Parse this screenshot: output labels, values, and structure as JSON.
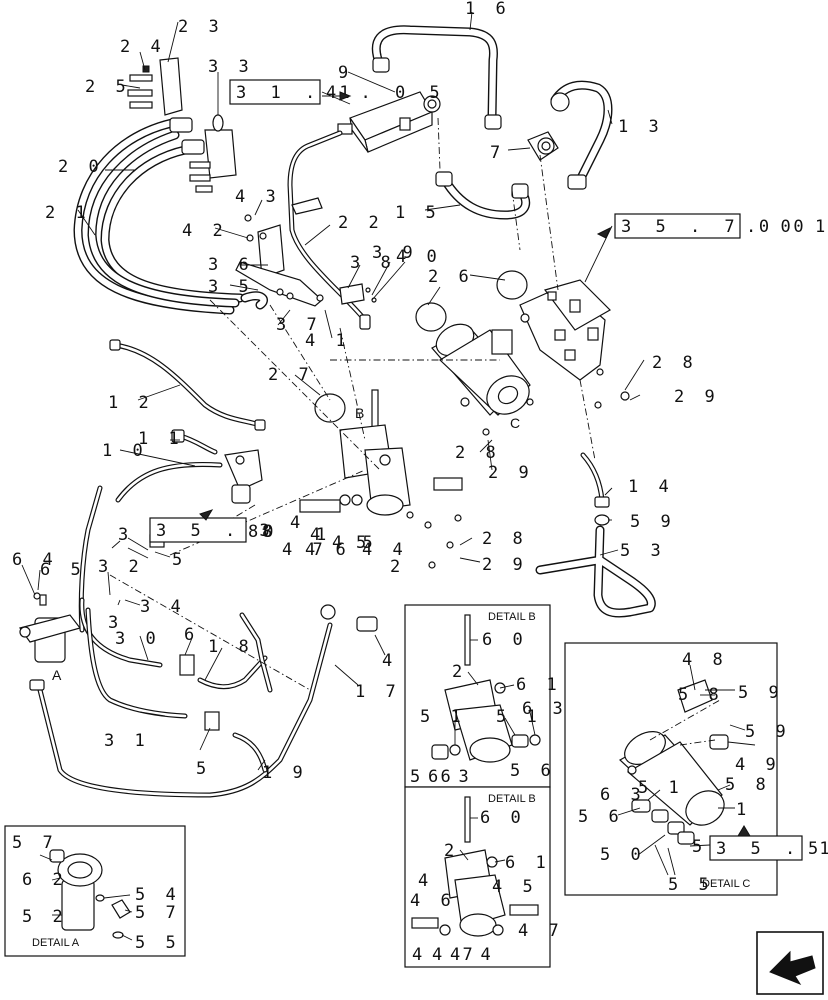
{
  "callouts": [
    {
      "id": "c16",
      "text": "1 6"
    },
    {
      "id": "c23",
      "text": "2 3"
    },
    {
      "id": "c24",
      "text": "2 4"
    },
    {
      "id": "c25",
      "text": "2 5"
    },
    {
      "id": "c33",
      "text": "3 3"
    },
    {
      "id": "c9",
      "text": "9"
    },
    {
      "id": "c13",
      "text": "1 3"
    },
    {
      "id": "c7",
      "text": "7"
    },
    {
      "id": "c20",
      "text": "2 0"
    },
    {
      "id": "c21",
      "text": "2 1"
    },
    {
      "id": "c43",
      "text": "4 3"
    },
    {
      "id": "c42",
      "text": "4 2"
    },
    {
      "id": "c15",
      "text": "1 5"
    },
    {
      "id": "c22",
      "text": "2 2"
    },
    {
      "id": "c36",
      "text": "3 6"
    },
    {
      "id": "c35",
      "text": "3 5"
    },
    {
      "id": "c38",
      "text": "3 8"
    },
    {
      "id": "c39",
      "text": "3 9"
    },
    {
      "id": "c40",
      "text": "4 0"
    },
    {
      "id": "c26",
      "text": "2 6"
    },
    {
      "id": "c37",
      "text": "3 7"
    },
    {
      "id": "c41",
      "text": "4 1"
    },
    {
      "id": "c12",
      "text": "1 2"
    },
    {
      "id": "c27",
      "text": "2 7"
    },
    {
      "id": "c28a",
      "text": "2 8"
    },
    {
      "id": "c29a",
      "text": "2 9"
    },
    {
      "id": "c11",
      "text": "1 1"
    },
    {
      "id": "c10",
      "text": "1 0"
    },
    {
      "id": "c28b",
      "text": "2 8"
    },
    {
      "id": "c29b",
      "text": "2 9"
    },
    {
      "id": "c14",
      "text": "1 4"
    },
    {
      "id": "c80",
      "text": "80"
    },
    {
      "id": "c59a",
      "text": "5 9"
    },
    {
      "id": "c3a",
      "text": "3"
    },
    {
      "id": "c5a",
      "text": "5"
    },
    {
      "id": "c47a",
      "text": "4 7"
    },
    {
      "id": "c4a",
      "text": "4"
    },
    {
      "id": "c46a",
      "text": "4 6"
    },
    {
      "id": "c45a",
      "text": "4 5"
    },
    {
      "id": "c44a",
      "text": "4 4"
    },
    {
      "id": "c2a",
      "text": "2"
    },
    {
      "id": "c28c",
      "text": "2 8"
    },
    {
      "id": "c29c",
      "text": "2 9"
    },
    {
      "id": "c53",
      "text": "5 3"
    },
    {
      "id": "c64",
      "text": "6 4"
    },
    {
      "id": "c65",
      "text": "6 5"
    },
    {
      "id": "c32",
      "text": "3 2"
    },
    {
      "id": "c3b",
      "text": "3"
    },
    {
      "id": "c34",
      "text": "3 4"
    },
    {
      "id": "c30",
      "text": "3 0"
    },
    {
      "id": "c6",
      "text": "6"
    },
    {
      "id": "c18",
      "text": "1 8"
    },
    {
      "id": "c4b",
      "text": "4"
    },
    {
      "id": "c17",
      "text": "1 7"
    },
    {
      "id": "c31",
      "text": "3 1"
    },
    {
      "id": "c5b",
      "text": "5"
    },
    {
      "id": "c19",
      "text": "1 9"
    },
    {
      "id": "c60a",
      "text": "6 0"
    },
    {
      "id": "c2b",
      "text": "2"
    },
    {
      "id": "c61a",
      "text": "6 1"
    },
    {
      "id": "c51a",
      "text": "5 1"
    },
    {
      "id": "c51b",
      "text": "5 1"
    },
    {
      "id": "c63a",
      "text": "6 3"
    },
    {
      "id": "c56a",
      "text": "5 6"
    },
    {
      "id": "c63b",
      "text": "6 3"
    },
    {
      "id": "c56b",
      "text": "5 6"
    },
    {
      "id": "c48",
      "text": "4 8"
    },
    {
      "id": "c58a",
      "text": "5 8"
    },
    {
      "id": "c59b",
      "text": "5 9"
    },
    {
      "id": "c59c",
      "text": "5 9"
    },
    {
      "id": "c49",
      "text": "4 9"
    },
    {
      "id": "c58b",
      "text": "5 8"
    },
    {
      "id": "c51c",
      "text": "5 1"
    },
    {
      "id": "c63c",
      "text": "6 3"
    },
    {
      "id": "c56c",
      "text": "5 6"
    },
    {
      "id": "c1",
      "text": "1"
    },
    {
      "id": "c50",
      "text": "5 0"
    },
    {
      "id": "c5c",
      "text": "5"
    },
    {
      "id": "c55a",
      "text": "5 5"
    },
    {
      "id": "c60b",
      "text": "6 0"
    },
    {
      "id": "c2c",
      "text": "2"
    },
    {
      "id": "c61b",
      "text": "6 1"
    },
    {
      "id": "c4c",
      "text": "4"
    },
    {
      "id": "c46b",
      "text": "4 6"
    },
    {
      "id": "c45b",
      "text": "4 5"
    },
    {
      "id": "c47b",
      "text": "4 7"
    },
    {
      "id": "c4d",
      "text": "4"
    },
    {
      "id": "c47c",
      "text": "4 7"
    },
    {
      "id": "c44b",
      "text": "4 4"
    },
    {
      "id": "c57a",
      "text": "5 7"
    },
    {
      "id": "c62",
      "text": "6 2"
    },
    {
      "id": "c54",
      "text": "5 4"
    },
    {
      "id": "c52",
      "text": "5 2"
    },
    {
      "id": "c57b",
      "text": "5 7"
    },
    {
      "id": "c55b",
      "text": "5 5"
    },
    {
      "id": "c8",
      "text": "8"
    },
    {
      "id": "c4e",
      "text": "4"
    },
    {
      "id": "c1b",
      "text": "1"
    },
    {
      "id": "c5d",
      "text": "5"
    }
  ],
  "letters": {
    "a": "A",
    "b": "B",
    "c": "C"
  },
  "refs": {
    "r31": {
      "boxed": "3 1 . 1",
      "rest": "4 . 0 5"
    },
    "r35_700": {
      "boxed": "3 5 . 7 0 0",
      "rest": ". 0 1 ("
    },
    "r35_3": {
      "boxed": "3 5 . 3",
      "rest": ""
    },
    "r35_10": {
      "boxed": "3 5 . 1 0",
      "rest": "5"
    }
  },
  "details": {
    "b1": "DETAIL B",
    "b2": "DETAIL B",
    "c": "DETAIL C",
    "a": "DETAIL A"
  },
  "nav_icon": "next-page-arrow-icon"
}
